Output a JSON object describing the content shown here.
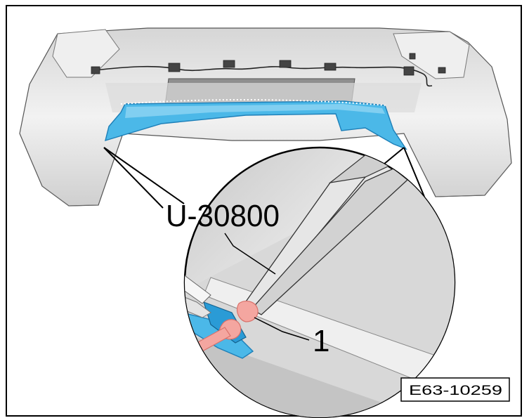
{
  "labels": {
    "tool": "U-30800",
    "part_number": "1",
    "figure_ref": "E63-10259"
  },
  "colors": {
    "bumper": "#e8e8e8",
    "bumper_shadow": "#bdbdbd",
    "trim_blue": "#4bb8e8",
    "trim_blue_dark": "#1d7fb8",
    "clip_pink": "#f4a6a0",
    "clip_pink_dark": "#d9726b",
    "line": "#000000"
  }
}
